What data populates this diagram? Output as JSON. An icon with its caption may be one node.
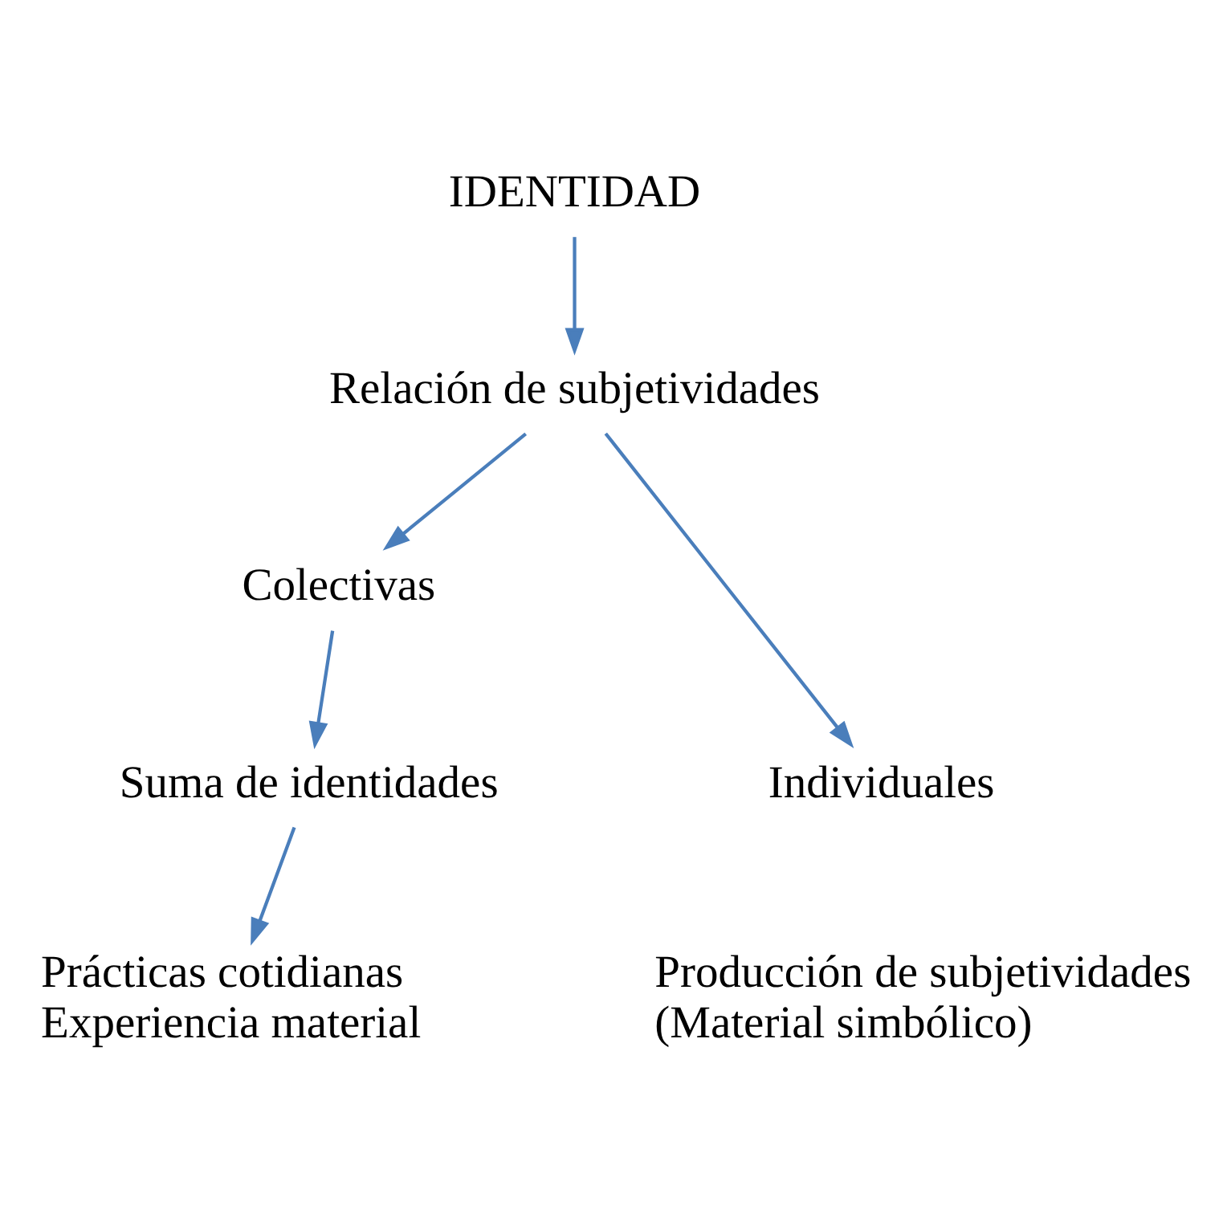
{
  "diagram": {
    "nodes": [
      {
        "text": [
          "IDENTIDAD"
        ]
      },
      {
        "text": [
          "Relación de subjetividades"
        ]
      },
      {
        "text": [
          "Colectivas"
        ]
      },
      {
        "text": [
          "Individuales"
        ]
      },
      {
        "text": [
          "Suma de identidades"
        ]
      },
      {
        "text": [
          "Prácticas cotidianas",
          "Experiencia material"
        ]
      }
    ],
    "edges": [
      {
        "from": 0,
        "to": 1,
        "arrow": "to"
      },
      {
        "from": 1,
        "to": 2,
        "arrow": "to"
      },
      {
        "from": 1,
        "to": 3,
        "arrow": "to"
      },
      {
        "from": 2,
        "to": 4,
        "arrow": "to"
      },
      {
        "from": 4,
        "to": 5,
        "arrow": "to"
      }
    ],
    "labels": [
      "Producción de subjetividades",
      "(Material simbólico)"
    ]
  }
}
